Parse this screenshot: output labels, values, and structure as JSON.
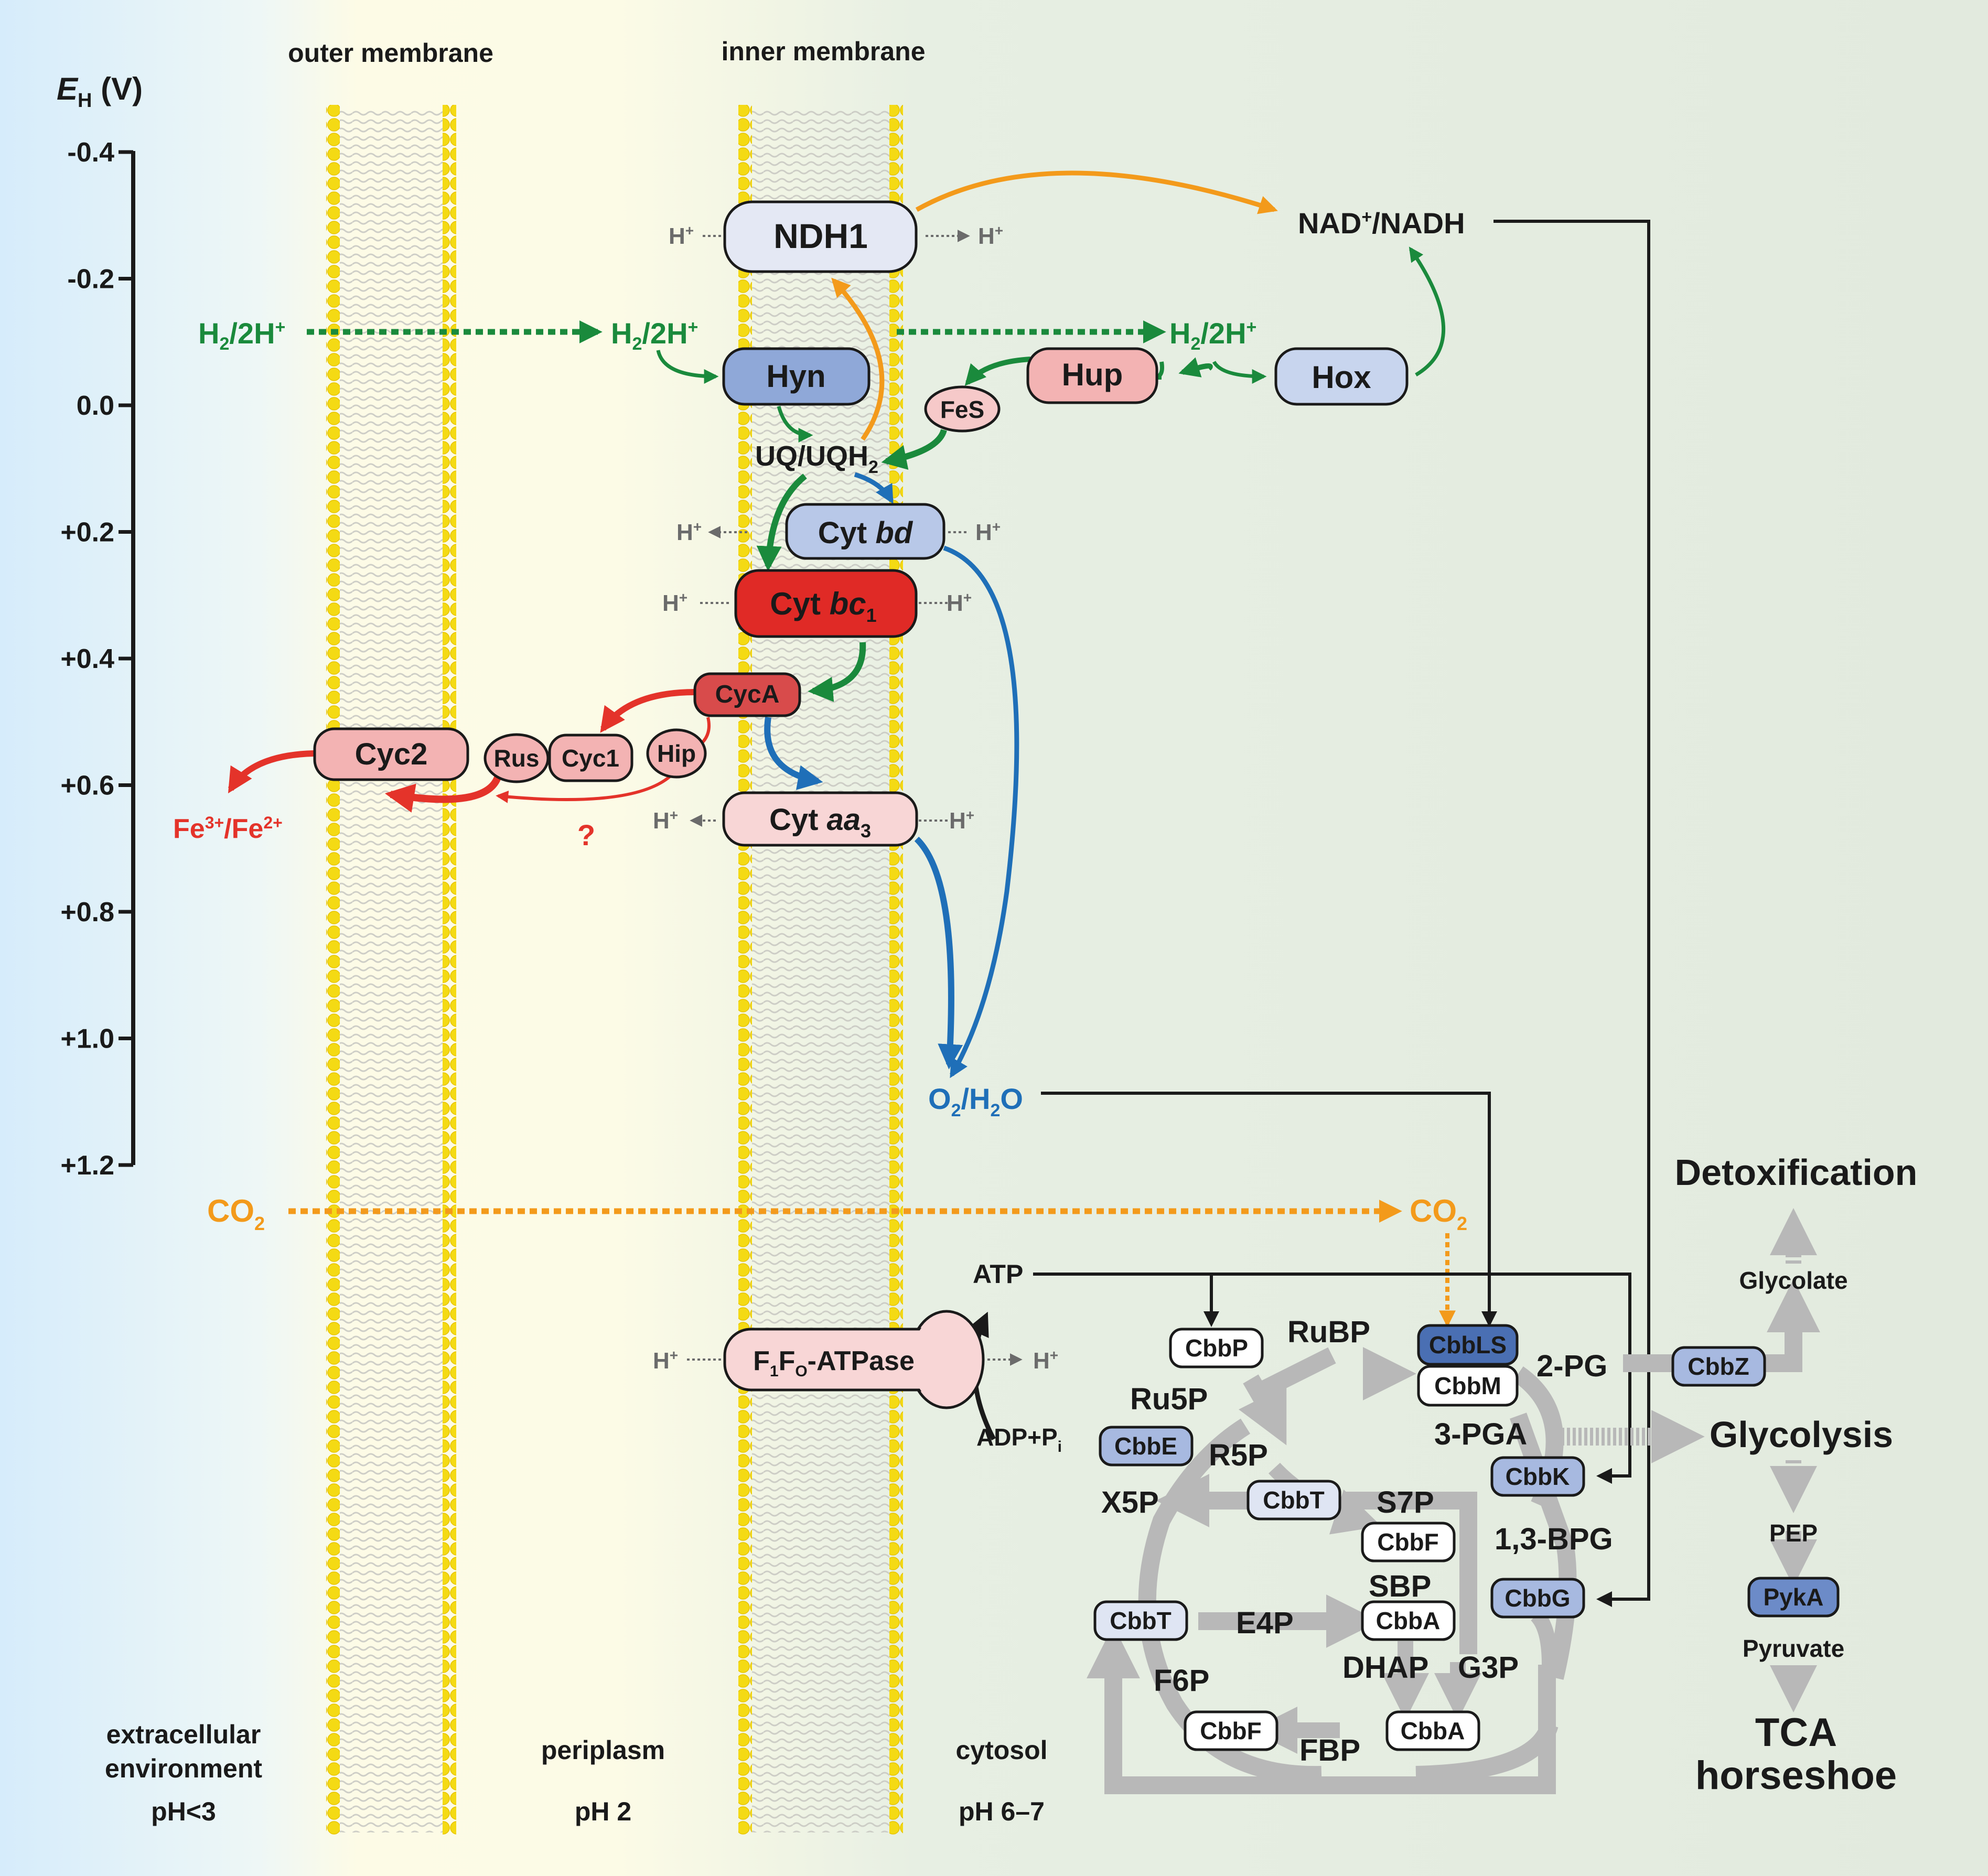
{
  "axis": {
    "label": "E",
    "label_sub": "H",
    "label_unit": " (V)",
    "ticks": [
      "-0.4",
      "-0.2",
      "0.0",
      "+0.2",
      "+0.4",
      "+0.6",
      "+0.8",
      "+1.0",
      "+1.2"
    ]
  },
  "membranes": {
    "outer": "outer membrane",
    "inner": "inner membrane"
  },
  "regions": {
    "extracellular_1": "extracellular",
    "extracellular_2": "environment",
    "extracellular_ph": "pH<3",
    "periplasm": "periplasm",
    "periplasm_ph": "pH 2",
    "cytosol": "cytosol",
    "cytosol_ph": "pH 6–7"
  },
  "proton": "H",
  "proton_sup": "+",
  "complexes": {
    "ndh1": "NDH1",
    "hyn": "Hyn",
    "hup": "Hup",
    "hox": "Hox",
    "fes": "FeS",
    "cyt_bd": "Cyt ",
    "cyt_bd_italic": "bd",
    "cyt_bc1": "Cyt ",
    "cyt_bc1_italic": "bc",
    "cyt_bc1_sub": "1",
    "cyca": "CycA",
    "cyc2": "Cyc2",
    "rus": "Rus",
    "cyc1": "Cyc1",
    "hip": "Hip",
    "cyt_aa3": "Cyt ",
    "cyt_aa3_italic": "aa",
    "cyt_aa3_sub": "3",
    "atpase_f": "F",
    "atpase_1": "1",
    "atpase_o": "O",
    "atpase_rest": "-ATPase"
  },
  "metabolites": {
    "h2_base": "H",
    "h2_sub": "2",
    "h2_rest": "/2H",
    "h2_sup": "+",
    "nad": "NAD",
    "nad_sup": "+",
    "nadh": "/NADH",
    "uq": "UQ/UQH",
    "uq_sub": "2",
    "fe": "Fe",
    "fe3": "3+",
    "fe_mid": "/Fe",
    "fe2": "2+",
    "question": "?",
    "o2_base": "O",
    "o2_sub": "2",
    "o2_mid": "/H",
    "h2o_sub": "2",
    "h2o_end": "O",
    "co2_base": "CO",
    "co2_sub": "2",
    "atp": "ATP",
    "adp": "ADP+P",
    "adp_sub": "i"
  },
  "cycle": {
    "rubp": "RuBP",
    "ru5p": "Ru5P",
    "r5p": "R5P",
    "x5p": "X5P",
    "s7p": "S7P",
    "sbp": "SBP",
    "e4p": "E4P",
    "dhap": "DHAP",
    "g3p": "G3P",
    "f6p": "F6P",
    "fbp": "FBP",
    "pga": "3-PGA",
    "bpg": "1,3-BPG",
    "pg2": "2-PG"
  },
  "genes": {
    "cbbp": "CbbP",
    "cbbls": "CbbLS",
    "cbbm": "CbbM",
    "cbbe": "CbbE",
    "cbbt1": "CbbT",
    "cbbf1": "CbbF",
    "cbba1": "CbbA",
    "cbbt2": "CbbT",
    "cbbf2": "CbbF",
    "cbba2": "CbbA",
    "cbbk": "CbbK",
    "cbbg": "CbbG",
    "cbbz": "CbbZ",
    "pyka": "PykA"
  },
  "outputs": {
    "detox": "Detoxification",
    "glycolate": "Glycolate",
    "glycolysis": "Glycolysis",
    "pep": "PEP",
    "pyruvate": "Pyruvate",
    "tca1": "TCA",
    "tca2": "horseshoe"
  },
  "colors": {
    "green": "#1a8a3c",
    "orange": "#f39a1b",
    "blue": "#1f6fb8",
    "red": "#e4332a",
    "membrane_yellow": "#f2d80f",
    "gray": "#b8b8b8"
  }
}
